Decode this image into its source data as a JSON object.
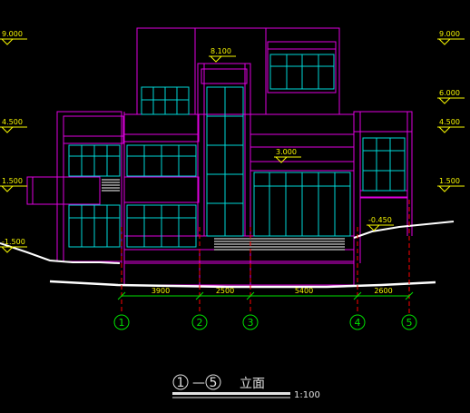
{
  "colors": {
    "background": "#000000",
    "outline": "#e000e0",
    "window": "#00d8d8",
    "label": "#f7f700",
    "axis": "#00e000",
    "ground": "#ffffff",
    "axis_line": "#ff0000"
  },
  "levels_left": [
    {
      "label": "9.000"
    },
    {
      "label": "4.500"
    },
    {
      "label": "1.500"
    },
    {
      "label": "-1.500"
    }
  ],
  "levels_right": [
    {
      "label": "9.000"
    },
    {
      "label": "6.000"
    },
    {
      "label": "4.500"
    },
    {
      "label": "1.500"
    }
  ],
  "levels_inner": [
    {
      "label": "8.100"
    },
    {
      "label": "3.000"
    },
    {
      "label": "-0.450"
    }
  ],
  "dimensions": [
    "3900",
    "2500",
    "5400",
    "2600"
  ],
  "axes": [
    "1",
    "2",
    "3",
    "4",
    "5"
  ],
  "title": {
    "start": "1",
    "dash": "—",
    "end": "5",
    "text": "立面",
    "scale": "1:100"
  }
}
